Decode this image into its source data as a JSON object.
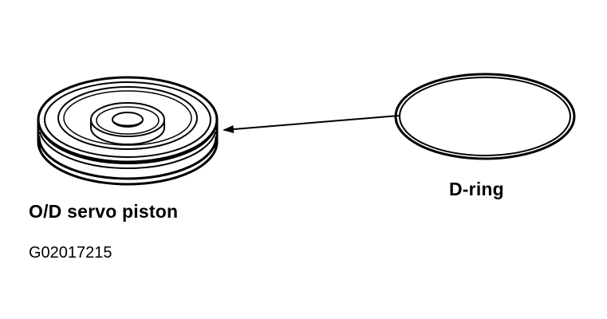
{
  "labels": {
    "piston": "O/D servo piston",
    "dring": "D-ring",
    "figure_id": "G02017215"
  },
  "parts": [
    {
      "name": "O/D servo piston",
      "icon": "servo-piston-icon"
    },
    {
      "name": "D-ring",
      "icon": "o-ring-seal-icon"
    }
  ],
  "colors": {
    "ink": "#000000",
    "paper": "#ffffff"
  }
}
